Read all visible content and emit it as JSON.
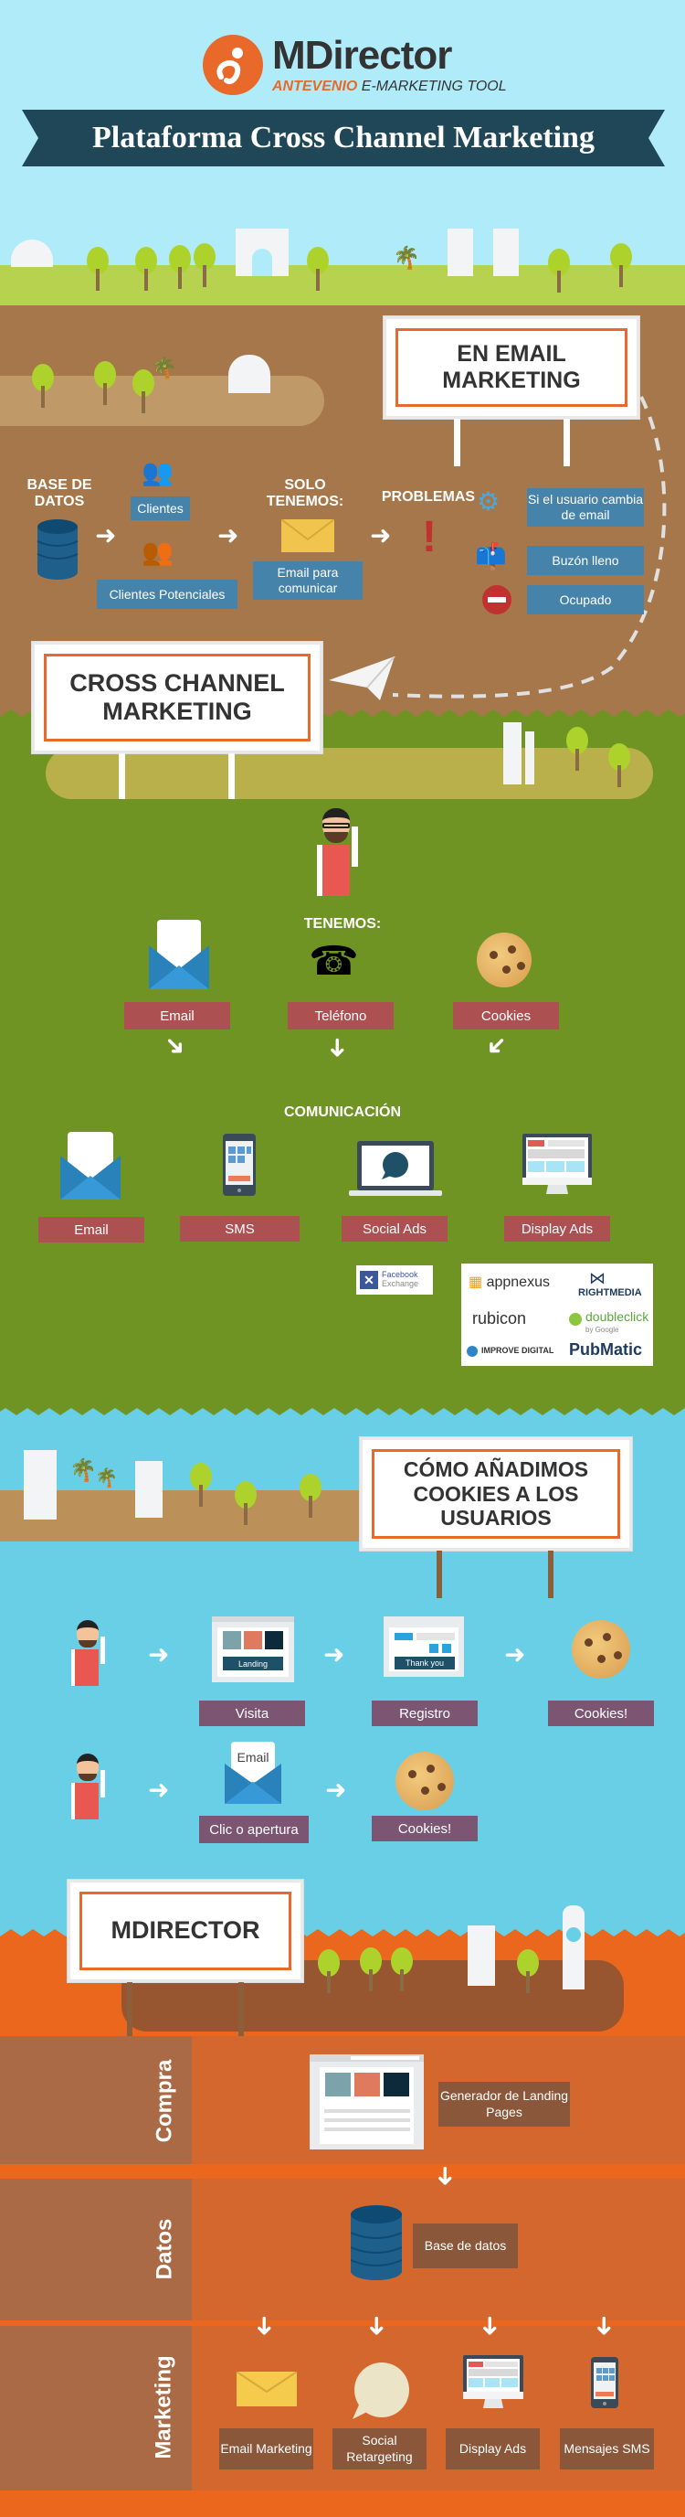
{
  "header": {
    "logo_name": "MDirector",
    "logo_tagline_brand": "ANTEVENIO",
    "logo_tagline_rest": " E-MARKETING TOOL",
    "banner_title": "Plataforma Cross Channel Marketing"
  },
  "colors": {
    "sky": "#b0ebfa",
    "grass": "#b7d24f",
    "brown": "#a5774a",
    "green": "#6f9424",
    "blue": "#68cfe7",
    "orange": "#eb671e",
    "banner": "#204757",
    "accent_orange": "#e8692a"
  },
  "email_marketing": {
    "sign_title": "EN EMAIL MARKETING",
    "base_de_datos_label": "BASE DE DATOS",
    "clientes": "Clientes",
    "clientes_potenciales": "Clientes Potenciales",
    "solo_tenemos_label": "SOLO TENEMOS:",
    "email_para_comunicar": "Email para comunicar",
    "problemas_label": "PROBLEMAS",
    "problems": [
      {
        "icon": "gears-icon",
        "text": "Si el usuario cambia de email"
      },
      {
        "icon": "mailbox-icon",
        "text": "Buzón lleno"
      },
      {
        "icon": "no-entry-icon",
        "text": "Ocupado"
      }
    ]
  },
  "cross_channel": {
    "sign_title": "CROSS CHANNEL MARKETING",
    "tenemos_label": "TENEMOS:",
    "tenemos_items": [
      {
        "icon": "envelope-icon",
        "label": "Email"
      },
      {
        "icon": "telephone-icon",
        "label": "Teléfono"
      },
      {
        "icon": "cookie-icon",
        "label": "Cookies"
      }
    ],
    "comunicacion_label": "COMUNICACIÓN",
    "comunicacion_items": [
      {
        "icon": "envelope-icon",
        "label": "Email"
      },
      {
        "icon": "smartphone-icon",
        "label": "SMS"
      },
      {
        "icon": "laptop-chat-icon",
        "label": "Social Ads"
      },
      {
        "icon": "monitor-icon",
        "label": "Display Ads"
      }
    ],
    "partners_left": [
      "Facebook",
      "Exchange"
    ],
    "partners": [
      "appnexus",
      "RIGHTMEDIA",
      "rubicon",
      "doubleclick",
      "by Google",
      "IMPROVE DIGITAL",
      "PubMatic"
    ]
  },
  "cookies": {
    "sign_title": "CÓMO AÑADIMOS COOKIES A LOS USUARIOS",
    "row1": [
      {
        "icon": "landing-page-icon",
        "screen_text": "Landing",
        "label": "Visita"
      },
      {
        "icon": "thank-you-page-icon",
        "screen_text": "Thank you",
        "label": "Registro"
      },
      {
        "icon": "cookie-icon",
        "label": "Cookies!"
      }
    ],
    "row2": [
      {
        "icon": "email-open-icon",
        "screen_text": "Email",
        "label": "Clic o apertura"
      },
      {
        "icon": "cookie-icon",
        "label": "Cookies!"
      }
    ]
  },
  "mdirector": {
    "sign_title": "MDIRECTOR",
    "lanes": [
      {
        "name": "Compra",
        "items": [
          {
            "icon": "landing-page-icon",
            "label": "Generador de Landing Pages"
          }
        ]
      },
      {
        "name": "Datos",
        "items": [
          {
            "icon": "database-icon",
            "label": "Base de datos"
          }
        ]
      },
      {
        "name": "Marketing",
        "items": [
          {
            "icon": "envelope-icon",
            "label": "Email Marketing"
          },
          {
            "icon": "speech-bubble-icon",
            "label": "Social Retargeting"
          },
          {
            "icon": "monitor-icon",
            "label": "Display Ads"
          },
          {
            "icon": "smartphone-icon",
            "label": "Mensajes SMS"
          }
        ]
      }
    ]
  }
}
